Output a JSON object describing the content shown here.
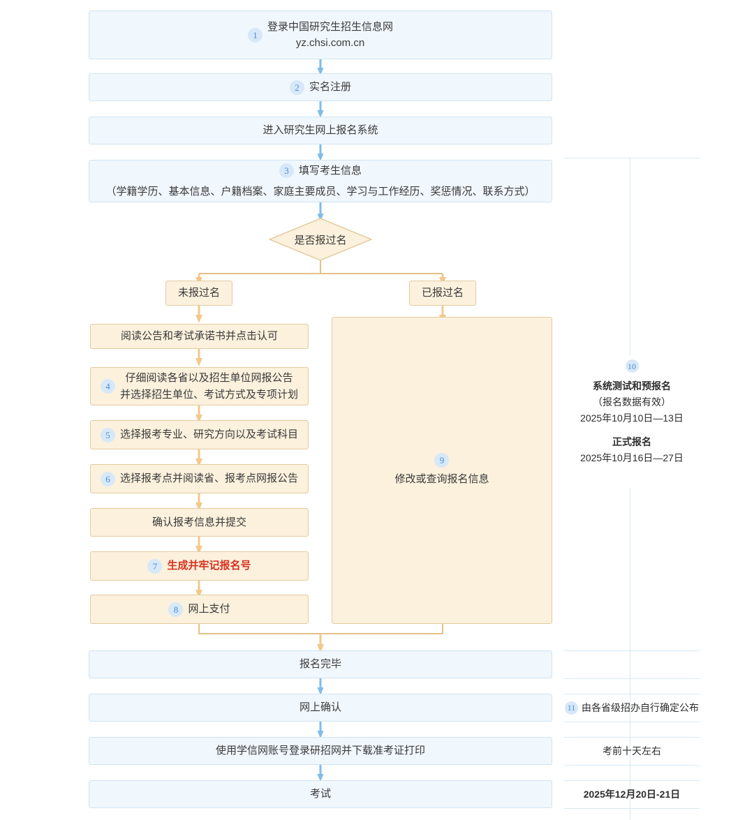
{
  "flow": {
    "main_nodes": [
      {
        "id": "login",
        "step": "1",
        "lines": [
          "登录中国研究生招生信息网",
          "yz.chsi.com.cn"
        ],
        "style": "blue"
      },
      {
        "id": "register",
        "step": "2",
        "lines": [
          "实名注册"
        ],
        "style": "blue"
      },
      {
        "id": "enter-system",
        "step": "",
        "lines": [
          "进入研究生网上报名系统"
        ],
        "style": "blue"
      },
      {
        "id": "fill-info",
        "step": "3",
        "lines": [
          "填写考生信息",
          "（学籍学历、基本信息、户籍档案、家庭主要成员、学习与工作经历、奖惩情况、联系方式）"
        ],
        "style": "blue"
      }
    ],
    "decision": {
      "label": "是否报过名"
    },
    "branches": {
      "left": {
        "label": "未报过名"
      },
      "right": {
        "label": "已报过名"
      }
    },
    "left_branch_nodes": [
      {
        "id": "read-notice",
        "step": "",
        "lines": [
          "阅读公告和考试承诺书并点击认可"
        ]
      },
      {
        "id": "read-province-notice",
        "step": "4",
        "lines": [
          "仔细阅读各省以及招生单位网报公告",
          "并选择招生单位、考试方式及专项计划"
        ]
      },
      {
        "id": "select-major",
        "step": "5",
        "lines": [
          "选择报考专业、研究方向以及考试科目"
        ]
      },
      {
        "id": "select-exam-site",
        "step": "6",
        "lines": [
          "选择报考点并阅读省、报考点网报公告"
        ]
      },
      {
        "id": "confirm-submit",
        "step": "",
        "lines": [
          "确认报考信息并提交"
        ]
      },
      {
        "id": "generate-number",
        "step": "7",
        "lines": [
          "生成并牢记报名号"
        ],
        "emphasis": "red"
      },
      {
        "id": "online-pay",
        "step": "8",
        "lines": [
          "网上支付"
        ]
      }
    ],
    "right_branch_node": {
      "id": "modify-query",
      "step": "9",
      "lines": [
        "修改或查询报名信息"
      ]
    },
    "final_nodes": [
      {
        "id": "registration-complete",
        "step": "",
        "lines": [
          "报名完毕"
        ],
        "style": "blue"
      },
      {
        "id": "online-confirm",
        "step": "",
        "lines": [
          "网上确认"
        ],
        "style": "blue"
      },
      {
        "id": "download-admit-card",
        "step": "",
        "lines": [
          "使用学信网账号登录研招网并下载准考证打印"
        ],
        "style": "blue"
      },
      {
        "id": "exam",
        "step": "",
        "lines": [
          "考试"
        ],
        "style": "blue"
      }
    ]
  },
  "timeline": {
    "schedule": {
      "step": "10",
      "title1": "系统测试和预报名",
      "sub1": "（报名数据有效）",
      "date1": "2025年10月10日—13日",
      "title2": "正式报名",
      "date2": "2025年10月16日—27日"
    },
    "rows": [
      {
        "id": "confirm-note",
        "step": "11",
        "text": "由各省级招办自行确定公布"
      },
      {
        "id": "admit-card-note",
        "step": "",
        "text": "考前十天左右"
      },
      {
        "id": "exam-date",
        "step": "",
        "text": "2025年12月20日-21日"
      }
    ]
  },
  "colors": {
    "blue_fill": "#f0f7fd",
    "blue_border": "#cfe4f2",
    "blue_arrow": "#7fbce8",
    "orange_fill": "#fbf1dd",
    "orange_border": "#e3cba0",
    "orange_arrow": "#f3c88a",
    "badge_bg": "#d7e8f8",
    "badge_text": "#4a8fd4",
    "emphasis_red": "#d9321f",
    "timeline_line": "#d7e8f4"
  }
}
